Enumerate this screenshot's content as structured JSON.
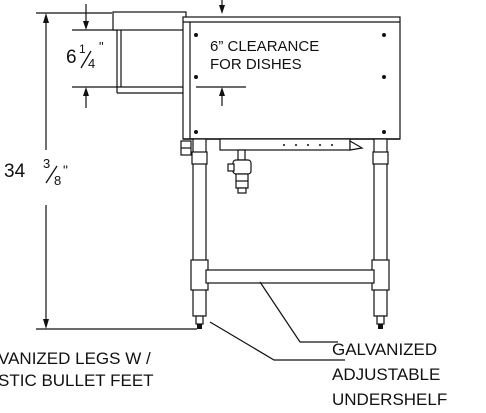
{
  "dimensions": {
    "total_height": {
      "whole": "34",
      "num": "3",
      "den": "8",
      "unit": "\""
    },
    "shelf_height": {
      "whole": "6",
      "num": "1",
      "den": "4",
      "unit": "\""
    }
  },
  "callouts": {
    "clearance": {
      "line1": "6” CLEARANCE",
      "line2": "FOR DISHES"
    },
    "legs": {
      "line1": "VANIZED LEGS W /",
      "line2": "STIC BULLET FEET"
    },
    "undershelf": {
      "line1": "GALVANIZED",
      "line2": "ADJUSTABLE",
      "line3": "UNDERSHELF"
    }
  },
  "colors": {
    "line": "#111111",
    "panel": "#ffffff"
  }
}
